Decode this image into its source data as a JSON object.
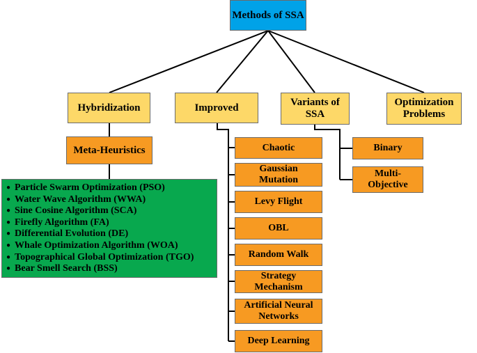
{
  "root": {
    "label": "Methods of SSA"
  },
  "level1": {
    "hybridization": "Hybridization",
    "improved": "Improved",
    "variants": [
      "Variants of",
      "SSA"
    ],
    "optimization": [
      "Optimization",
      "Problems"
    ]
  },
  "hybrid": {
    "meta_heuristics": "Meta-Heuristics",
    "algorithms": [
      "Particle Swarm Optimization (PSO)",
      "Water Wave Algorithm (WWA)",
      "Sine Cosine Algorithm (SCA)",
      "Firefly Algorithm (FA)",
      "Differential Evolution (DE)",
      "Whale Optimization Algorithm (WOA)",
      "Topographical Global Optimization (TGO)",
      "Bear Smell Search (BSS)"
    ]
  },
  "improved_items": {
    "chaotic": "Chaotic",
    "gaussian": [
      "Gaussian",
      "Mutation"
    ],
    "levy": "Levy Flight",
    "obl": "OBL",
    "random_walk": "Random Walk",
    "strategy": [
      "Strategy",
      "Mechanism"
    ],
    "ann": [
      "Artificial Neural",
      "Networks"
    ],
    "deep_learning": "Deep Learning"
  },
  "variant_items": {
    "binary": "Binary",
    "multi_objective": [
      "Multi-",
      "Objective"
    ]
  },
  "colors": {
    "root": "#00a2e8",
    "level1": "#fdd868",
    "leaf": "#f79a22",
    "algorithms": "#08a84e",
    "connector": "#000000"
  }
}
